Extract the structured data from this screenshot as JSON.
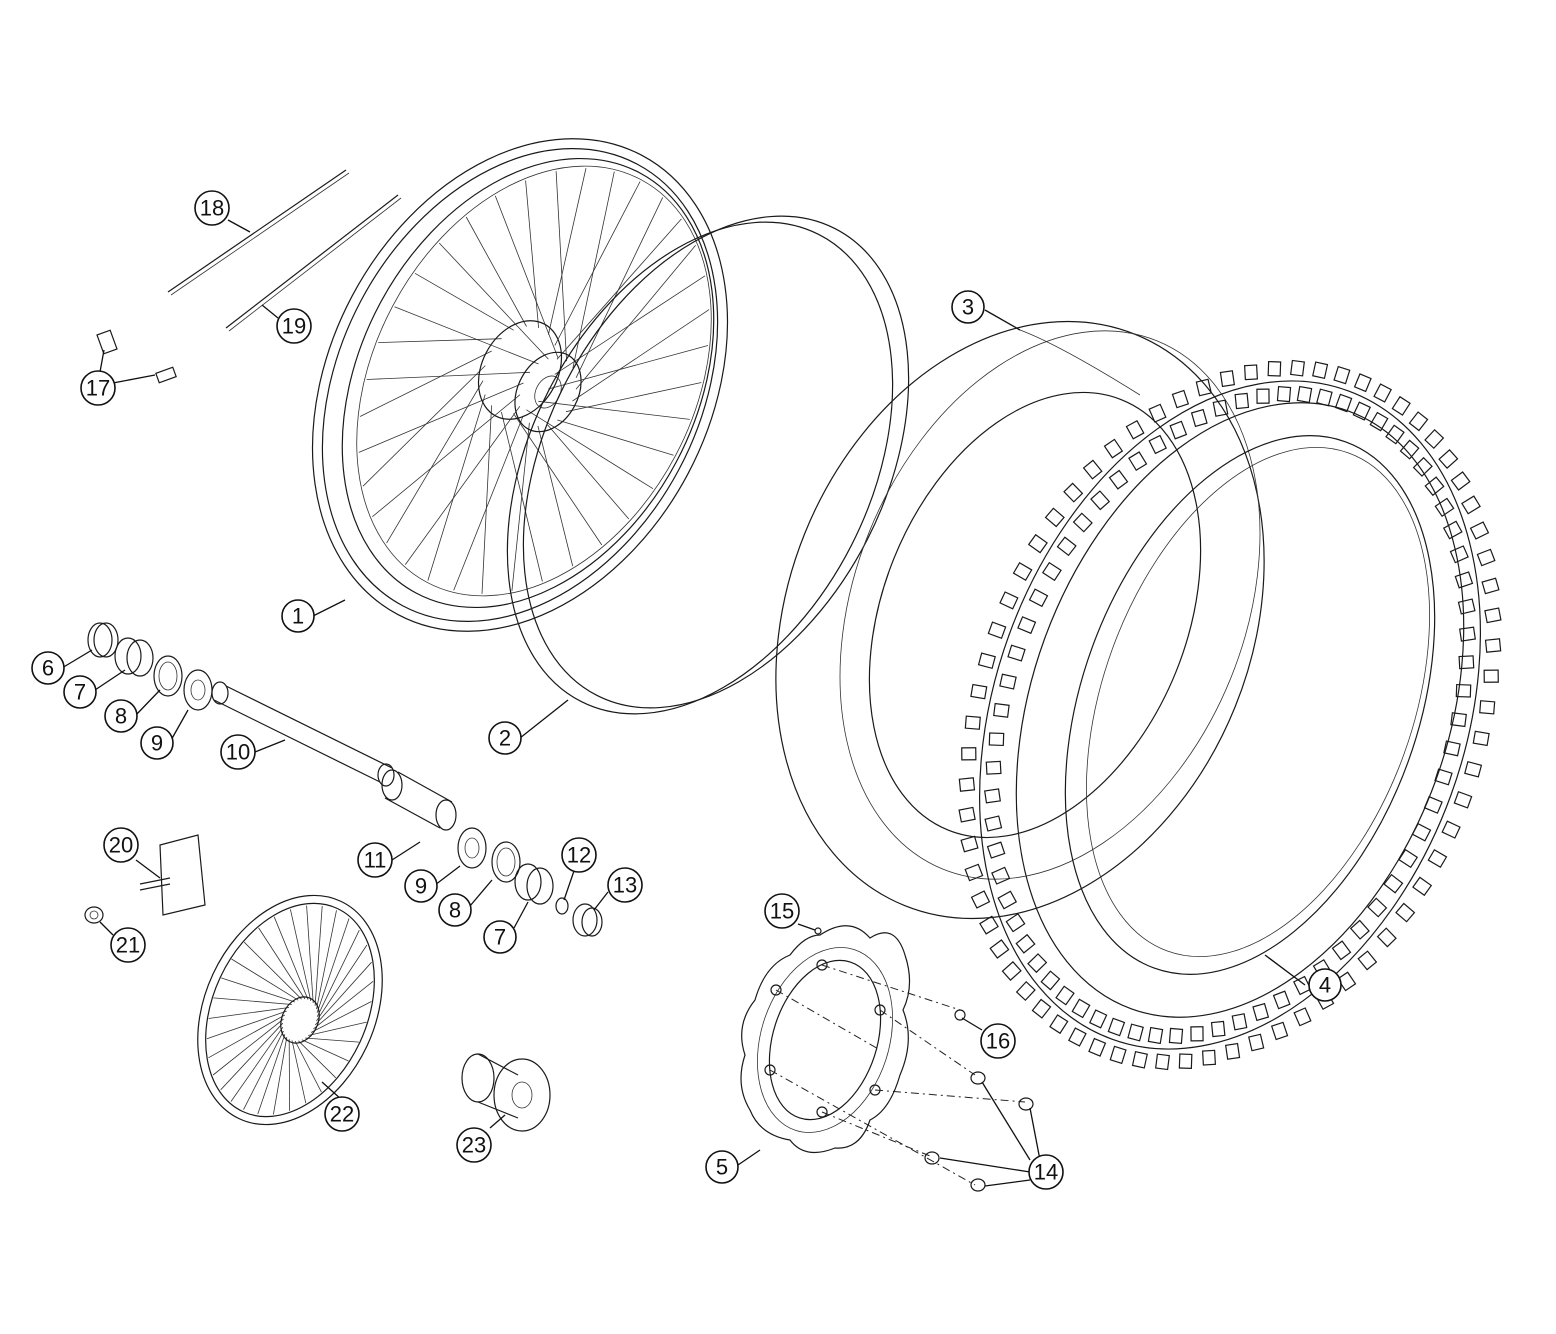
{
  "callouts": [
    {
      "id": "c1",
      "label": "1"
    },
    {
      "id": "c2",
      "label": "2"
    },
    {
      "id": "c3",
      "label": "3"
    },
    {
      "id": "c4",
      "label": "4"
    },
    {
      "id": "c5",
      "label": "5"
    },
    {
      "id": "c6",
      "label": "6"
    },
    {
      "id": "c7a",
      "label": "7"
    },
    {
      "id": "c7b",
      "label": "7"
    },
    {
      "id": "c8a",
      "label": "8"
    },
    {
      "id": "c8b",
      "label": "8"
    },
    {
      "id": "c9a",
      "label": "9"
    },
    {
      "id": "c9b",
      "label": "9"
    },
    {
      "id": "c10",
      "label": "10"
    },
    {
      "id": "c11",
      "label": "11"
    },
    {
      "id": "c12",
      "label": "12"
    },
    {
      "id": "c13",
      "label": "13"
    },
    {
      "id": "c14",
      "label": "14"
    },
    {
      "id": "c15",
      "label": "15"
    },
    {
      "id": "c16",
      "label": "16"
    },
    {
      "id": "c17",
      "label": "17"
    },
    {
      "id": "c18",
      "label": "18"
    },
    {
      "id": "c19",
      "label": "19"
    },
    {
      "id": "c20",
      "label": "20"
    },
    {
      "id": "c21",
      "label": "21"
    },
    {
      "id": "c22",
      "label": "22"
    },
    {
      "id": "c23",
      "label": "23"
    }
  ]
}
